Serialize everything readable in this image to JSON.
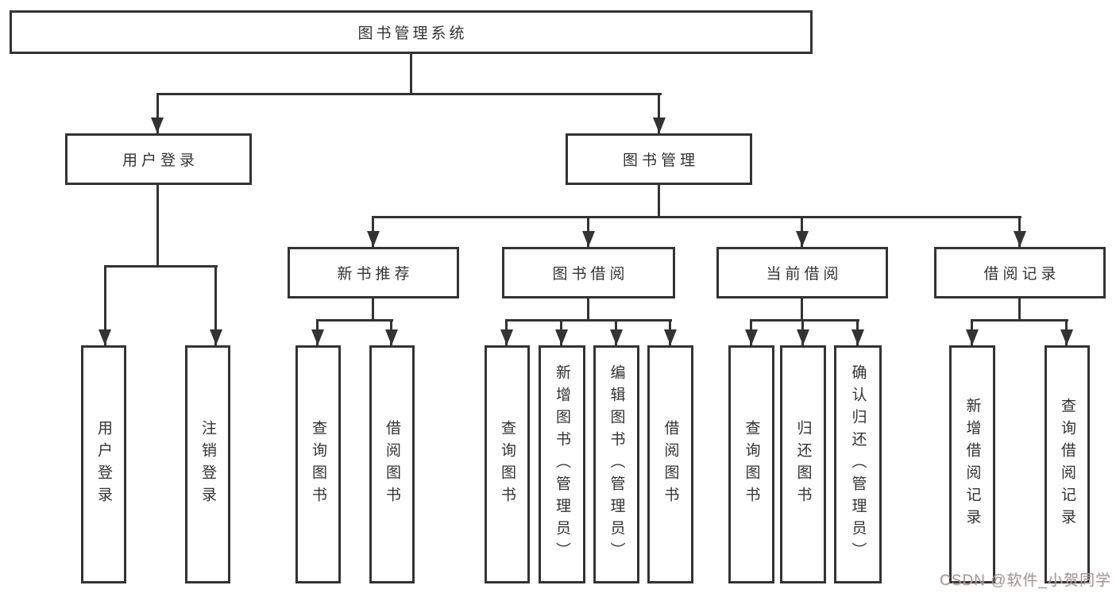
{
  "tree": {
    "root": {
      "label": "图书管理系统",
      "children": [
        {
          "label": "用户登录",
          "children": [
            {
              "label": "用户登录"
            },
            {
              "label": "注销登录"
            }
          ]
        },
        {
          "label": "图书管理",
          "children": [
            {
              "label": "新书推荐",
              "children": [
                {
                  "label": "查询图书"
                },
                {
                  "label": "借阅图书"
                }
              ]
            },
            {
              "label": "图书借阅",
              "children": [
                {
                  "label": "查询图书"
                },
                {
                  "label": "新增图书（管理员）"
                },
                {
                  "label": "编辑图书（管理员）"
                },
                {
                  "label": "借阅图书"
                }
              ]
            },
            {
              "label": "当前借阅",
              "children": [
                {
                  "label": "查询图书"
                },
                {
                  "label": "归还图书"
                },
                {
                  "label": "确认归还（管理员）"
                }
              ]
            },
            {
              "label": "借阅记录",
              "children": [
                {
                  "label": "新增借阅记录"
                },
                {
                  "label": "查询借阅记录"
                }
              ]
            }
          ]
        }
      ]
    }
  },
  "watermark": {
    "text": "CSDN @软件_小贺同学"
  },
  "colors": {
    "line": "#333333",
    "box_border": "#333333",
    "text": "#333333",
    "watermark": "#9c9c9c",
    "background": "#ffffff"
  }
}
